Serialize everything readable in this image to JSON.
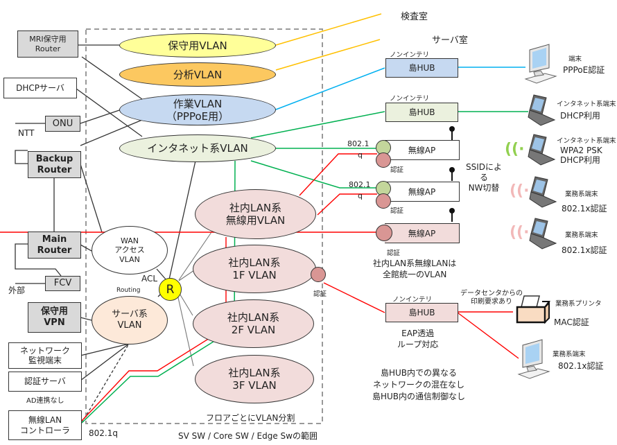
{
  "colors": {
    "maint_vlan": "#ffff99",
    "analysis_vlan": "#fcc860",
    "work_vlan": "#c6d9f1",
    "internet_vlan": "#ebf1de",
    "lan_vlan": "#f2dcdb",
    "server_vlan": "#fde9d9",
    "router_r": "#ffff00",
    "line_yellow": "#ffc000",
    "line_blue": "#00b0f0",
    "line_green": "#00b050",
    "line_red": "#ff0000"
  },
  "left_nodes": {
    "mri_router": "MRI保守用\nRouter",
    "dhcp_server": "DHCPサーバ",
    "onu": "ONU",
    "ntt": "NTT",
    "backup_router": "Backup\nRouter",
    "main_router": "Main\nRouter",
    "fcv": "FCV",
    "external": "外部",
    "maint_vpn": "保守用\nVPN",
    "network_monitor": "ネットワーク\n監視端末",
    "auth_server": "認証サーバ",
    "ad_note": "AD連携なし",
    "wlan_controller": "無線LAN\nコントローラ",
    "dot1q_bottom": "802.1q"
  },
  "vlans": {
    "maint": "保守用VLAN",
    "analysis": "分析VLAN",
    "work_line1": "作業VLAN",
    "work_line2": "（PPPoE用）",
    "internet": "インタネット系VLAN",
    "wan_line1": "WAN",
    "wan_line2": "アクセス",
    "wan_line3": "VLAN",
    "server_line1": "サーバ系",
    "server_line2": "VLAN",
    "lan_wireless_line1": "社内LAN系",
    "lan_wireless_line2": "無線用VLAN",
    "lan_1f_line1": "社内LAN系",
    "lan_1f_line2": "1F VLAN",
    "lan_2f_line1": "社内LAN系",
    "lan_2f_line2": "2F VLAN",
    "lan_3f_line1": "社内LAN系",
    "lan_3f_line2": "3F VLAN"
  },
  "core": {
    "router_label": "R",
    "acl": "ACL",
    "routing": "Routing",
    "floor_split": "フロアごとにVLAN分割",
    "scope": "SV SW / Core SW / Edge Swの範囲"
  },
  "right": {
    "exam_room": "検査室",
    "server_room": "サーバ室",
    "non_intelligent": "ノンインテリ",
    "island_hub": "島HUB",
    "wireless_ap": "無線AP",
    "dot1q_a": "802.1",
    "dot1q_b": "q",
    "auth": "認証",
    "ssid_note": "SSIDによ\nる\nNW切替",
    "lan_wlan_note": "社内LAN系無線LANは\n全館統一のVLAN",
    "eap_note": "EAP透過\nループ対応",
    "hub_note": "島HUB内での異なる\nネットワークの混在なし\n島HUB内の通信制御なし",
    "print_note": "データセンタからの\n印刷要求あり"
  },
  "endpoints": [
    {
      "title": "端末",
      "detail": "PPPoE認証",
      "type": "desktop-icon"
    },
    {
      "title": "インタネット系端末",
      "detail": "DHCP利用",
      "type": "laptop-icon"
    },
    {
      "title": "インタネット系端末",
      "detail": "WPA2 PSK\nDHCP利用",
      "type": "laptop-icon"
    },
    {
      "title": "業務系端末",
      "detail": "802.1x認証",
      "type": "laptop-icon"
    },
    {
      "title": "業務系端末",
      "detail": "802.1x認証",
      "type": "laptop-icon"
    },
    {
      "title": "業務系プリンタ",
      "detail": "MAC認証",
      "type": "printer-icon"
    },
    {
      "title": "業務系端末",
      "detail": "802.1x認証",
      "type": "desktop-icon"
    }
  ]
}
